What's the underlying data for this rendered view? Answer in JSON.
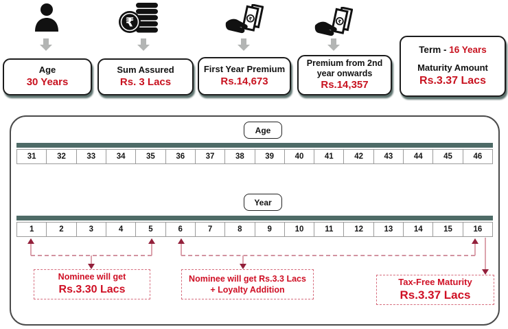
{
  "colors": {
    "accent_red": "#c8121f",
    "annotation_red": "#cf0f24",
    "maroon_arrow": "#93203b",
    "pink_line": "#dca3ad",
    "teal_bar": "#4e6b67",
    "card_shadow": "#5e736f"
  },
  "summary_cards": [
    {
      "icon": "person-icon",
      "label": "Age",
      "value": "30 Years"
    },
    {
      "icon": "coins-rupee-icon",
      "label": "Sum Assured",
      "value": "Rs. 3 Lacs"
    },
    {
      "icon": "hand-money-icon",
      "label": "First Year Premium",
      "value": "Rs.14,673"
    },
    {
      "icon": "hand-money-icon",
      "label": "Premium from 2nd year onwards",
      "value": "Rs.14,357"
    },
    {
      "term_label": "Term",
      "term_dash": "-",
      "term_value": "16 Years",
      "label": "Maturity Amount",
      "value": "Rs.3.37 Lacs"
    }
  ],
  "timeline": {
    "age_label": "Age",
    "ages": [
      "31",
      "32",
      "33",
      "34",
      "35",
      "36",
      "37",
      "38",
      "39",
      "40",
      "41",
      "42",
      "43",
      "44",
      "45",
      "46"
    ],
    "year_label": "Year",
    "years": [
      "1",
      "2",
      "3",
      "4",
      "5",
      "6",
      "7",
      "8",
      "9",
      "10",
      "11",
      "12",
      "13",
      "14",
      "15",
      "16"
    ],
    "annotations": [
      {
        "line1": "Nominee will get",
        "line2": "Rs.3.30 Lacs"
      },
      {
        "line1": "Nominee will get Rs.3.3 Lacs",
        "line2": "+ Loyalty Addition"
      },
      {
        "line1": "Tax-Free Maturity",
        "line2": "Rs.3.37 Lacs"
      }
    ]
  }
}
